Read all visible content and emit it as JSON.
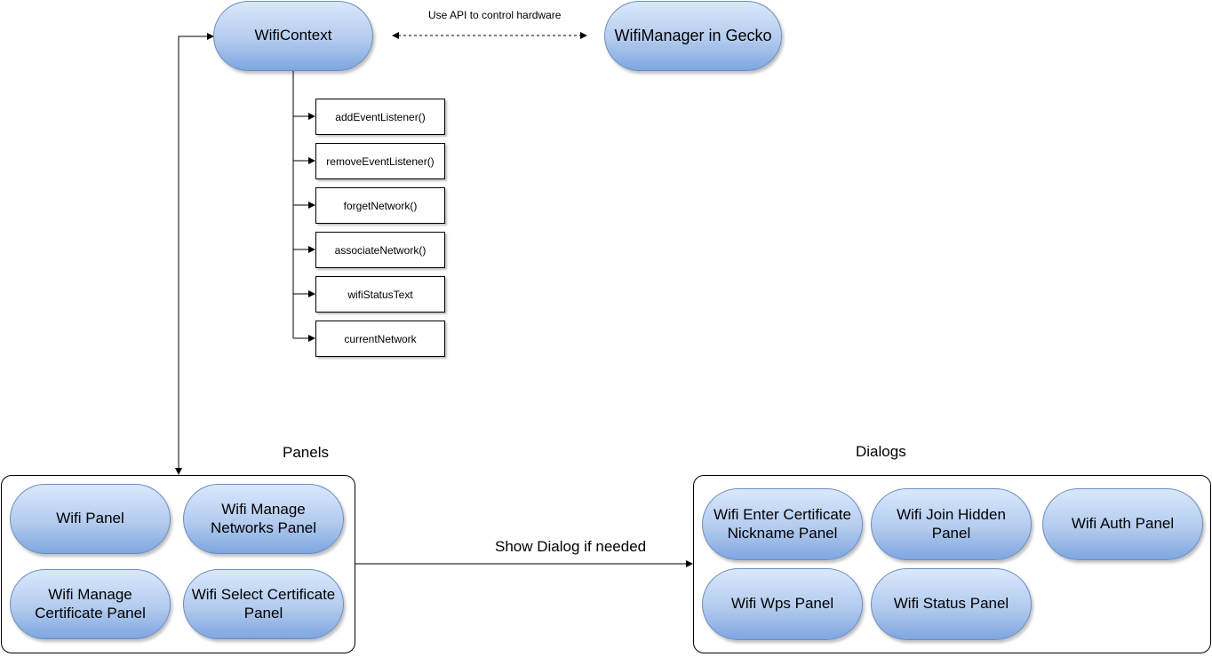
{
  "nodes": {
    "wifi_context": "WifiContext",
    "wifi_manager": "WifiManager in Gecko"
  },
  "edge_labels": {
    "api": "Use API to control hardware",
    "show_dialog": "Show Dialog if needed"
  },
  "methods": [
    "addEventListener()",
    "removeEventListener()",
    "forgetNetwork()",
    "associateNetwork()",
    "wifiStatusText",
    "currentNetwork"
  ],
  "panels": {
    "title": "Panels",
    "items": [
      "Wifi Panel",
      "Wifi Manage Networks Panel",
      "Wifi Manage Certificate Panel",
      "Wifi Select Certificate Panel"
    ]
  },
  "dialogs": {
    "title": "Dialogs",
    "items": [
      "Wifi Enter Certificate Nickname Panel",
      "Wifi Join Hidden Panel",
      "Wifi Auth Panel",
      "Wifi Wps Panel",
      "Wifi Status Panel"
    ]
  }
}
